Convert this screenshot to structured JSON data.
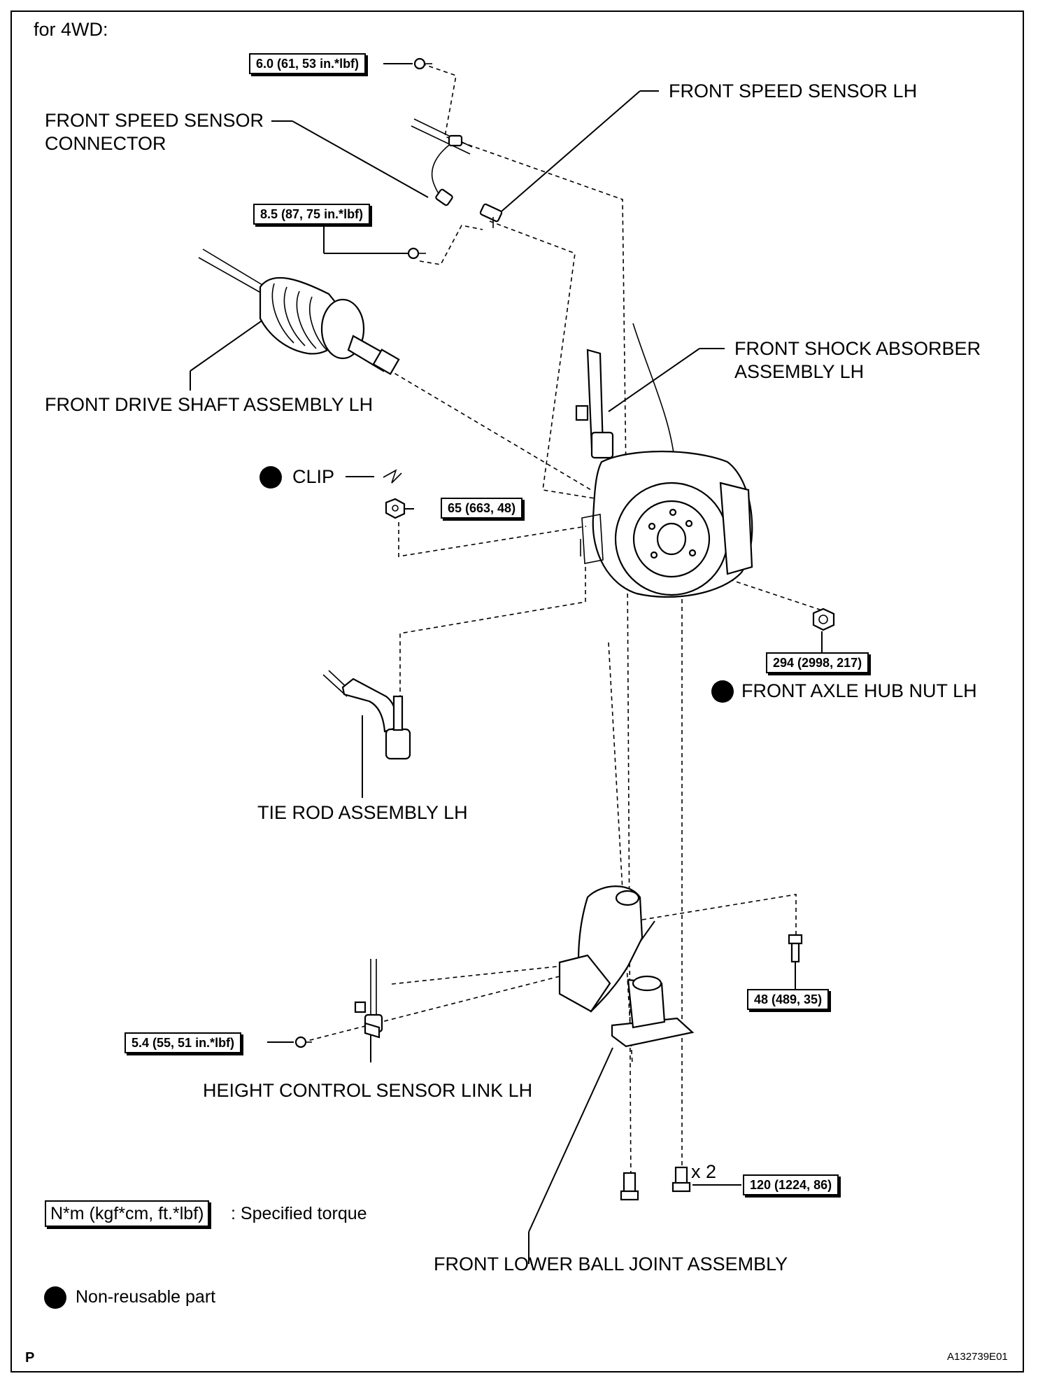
{
  "heading": "for 4WD:",
  "labels": {
    "front_speed_sensor_lh": "FRONT SPEED SENSOR LH",
    "front_speed_sensor_connector": "FRONT SPEED SENSOR\nCONNECTOR",
    "front_drive_shaft": "FRONT DRIVE SHAFT ASSEMBLY LH",
    "front_shock_absorber": "FRONT SHOCK ABSORBER\nASSEMBLY LH",
    "clip": "CLIP",
    "front_axle_hub_nut": "FRONT AXLE HUB NUT LH",
    "tie_rod": "TIE ROD ASSEMBLY LH",
    "height_control_sensor_link": "HEIGHT CONTROL SENSOR LINK LH",
    "front_lower_ball_joint": "FRONT LOWER BALL JOINT ASSEMBLY"
  },
  "torques": {
    "t_6_0": "6.0 (61, 53 in.*lbf)",
    "t_8_5": "8.5 (87, 75 in.*lbf)",
    "t_65": "65 (663, 48)",
    "t_294": "294 (2998, 217)",
    "t_48": "48 (489, 35)",
    "t_5_4": "5.4 (55, 51 in.*lbf)",
    "t_120": "120 (1224, 86)"
  },
  "quantity_note": "x 2",
  "legend": {
    "torque_box": "N*m (kgf*cm, ft.*lbf)",
    "torque_desc": ": Specified torque",
    "non_reusable": "Non-reusable part"
  },
  "footer": {
    "left_code": "P",
    "figure_id": "A132739E01"
  }
}
